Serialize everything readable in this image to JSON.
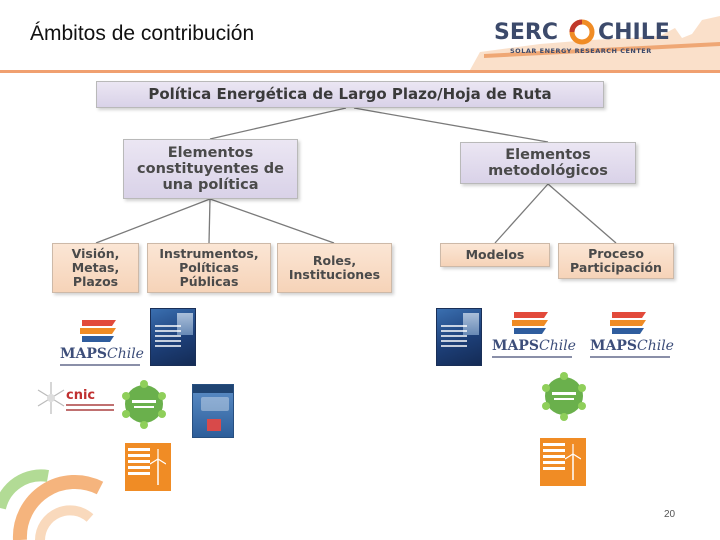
{
  "slide": {
    "title": "Ámbitos de contribución",
    "page_number": "20"
  },
  "header_logo": {
    "text_left": "SERC",
    "text_right": "CHILE",
    "tagline": "SOLAR ENERGY RESEARCH CENTER"
  },
  "diagram": {
    "root": "Política Energética de Largo Plazo/Hoja de Ruta",
    "branches": [
      {
        "label": "Elementos constituyentes de una política",
        "children": [
          "Visión, Metas, Plazos",
          "Instrumentos, Políticas Públicas",
          "Roles, Instituciones"
        ]
      },
      {
        "label": "Elementos metodológicos",
        "children": [
          "Modelos",
          "Proceso Participación"
        ]
      }
    ]
  },
  "logos": {
    "maps": "MAPS",
    "maps_chile": "Chile",
    "cnic": "cnic"
  },
  "colors": {
    "lavender": "#d9d2e8",
    "peach": "#f6d3b8",
    "title_rule": "#f0a070",
    "brand_navy": "#3c4a6b",
    "sun_orange": "#f08c25"
  }
}
